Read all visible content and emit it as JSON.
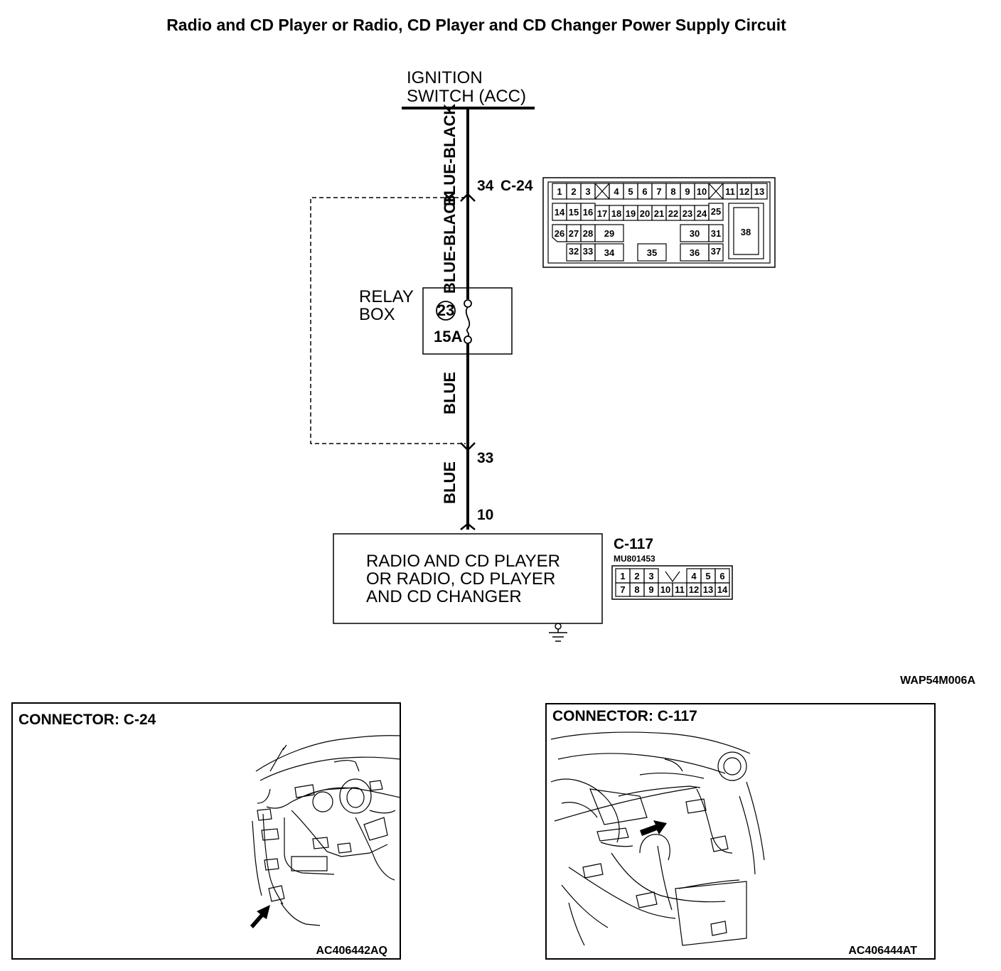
{
  "title": "Radio and CD Player or Radio, CD Player and CD Changer Power Supply Circuit",
  "ignition_switch": [
    "IGNITION",
    "SWITCH (ACC)"
  ],
  "wires": {
    "upper_1": "BLUE-BLACK",
    "upper_2": "BLUE-BLACK",
    "lower_1": "BLUE",
    "lower_2": "BLUE"
  },
  "pins": {
    "c24_top": "34",
    "c24_label": "C-24",
    "c24_bottom": "33",
    "c117_pin": "10"
  },
  "relay_box": {
    "label": [
      "RELAY",
      "BOX"
    ],
    "fuse_number": "23",
    "fuse_rating": "15A"
  },
  "radio_unit": {
    "label": [
      "RADIO AND CD PLAYER",
      "OR RADIO, CD PLAYER",
      "AND CD CHANGER"
    ]
  },
  "c24_face": {
    "row1": [
      "1",
      "2",
      "3",
      "4",
      "5",
      "6",
      "7",
      "8",
      "9",
      "10",
      "11",
      "12",
      "13"
    ],
    "row2": [
      "14",
      "15",
      "16",
      "17",
      "18",
      "19",
      "20",
      "21",
      "22",
      "23",
      "24",
      "25"
    ],
    "row3": [
      "26",
      "27",
      "28",
      "29",
      "30",
      "31"
    ],
    "row4": [
      "32",
      "33",
      "34",
      "35",
      "36",
      "37"
    ],
    "big": "38"
  },
  "c117_face": {
    "label": "C-117",
    "part_number": "MU801453",
    "row1": [
      "1",
      "2",
      "3",
      "4",
      "5",
      "6"
    ],
    "row2": [
      "7",
      "8",
      "9",
      "10",
      "11",
      "12",
      "13",
      "14"
    ]
  },
  "diagram_code": "WAP54M006A",
  "panels": [
    {
      "title": "CONNECTOR: C-24",
      "code": "AC406442AQ"
    },
    {
      "title": "CONNECTOR: C-117",
      "code": "AC406444AT"
    }
  ]
}
